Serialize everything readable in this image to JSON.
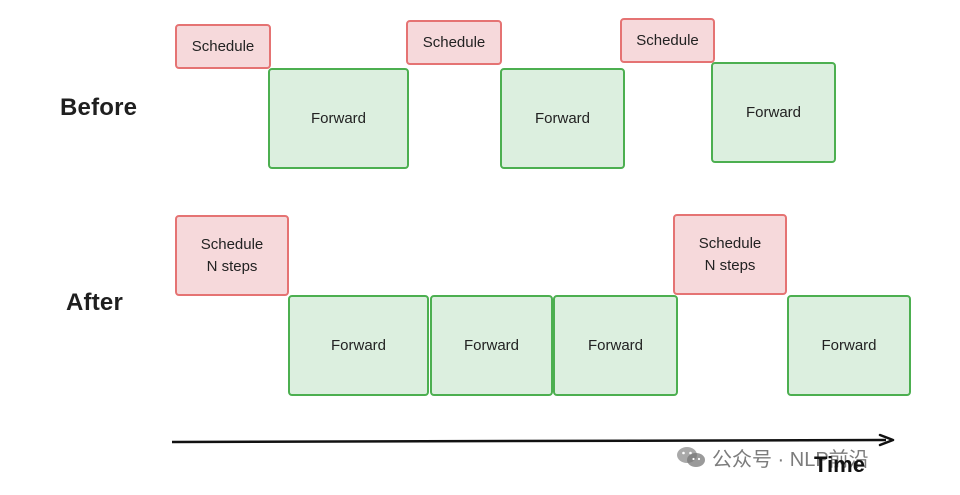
{
  "rows": {
    "before_label": "Before",
    "after_label": "After"
  },
  "labels": {
    "schedule": "Schedule",
    "schedule_n": "Schedule\nN steps",
    "forward": "Forward"
  },
  "axis": {
    "time_label": "Time"
  },
  "watermark": {
    "text": "公众号 · NLP前沿",
    "icon": "wechat-icon"
  },
  "colors": {
    "schedule_fill": "#f6d9db",
    "schedule_border": "#e57373",
    "forward_fill": "#dcefdf",
    "forward_border": "#4caf50"
  }
}
